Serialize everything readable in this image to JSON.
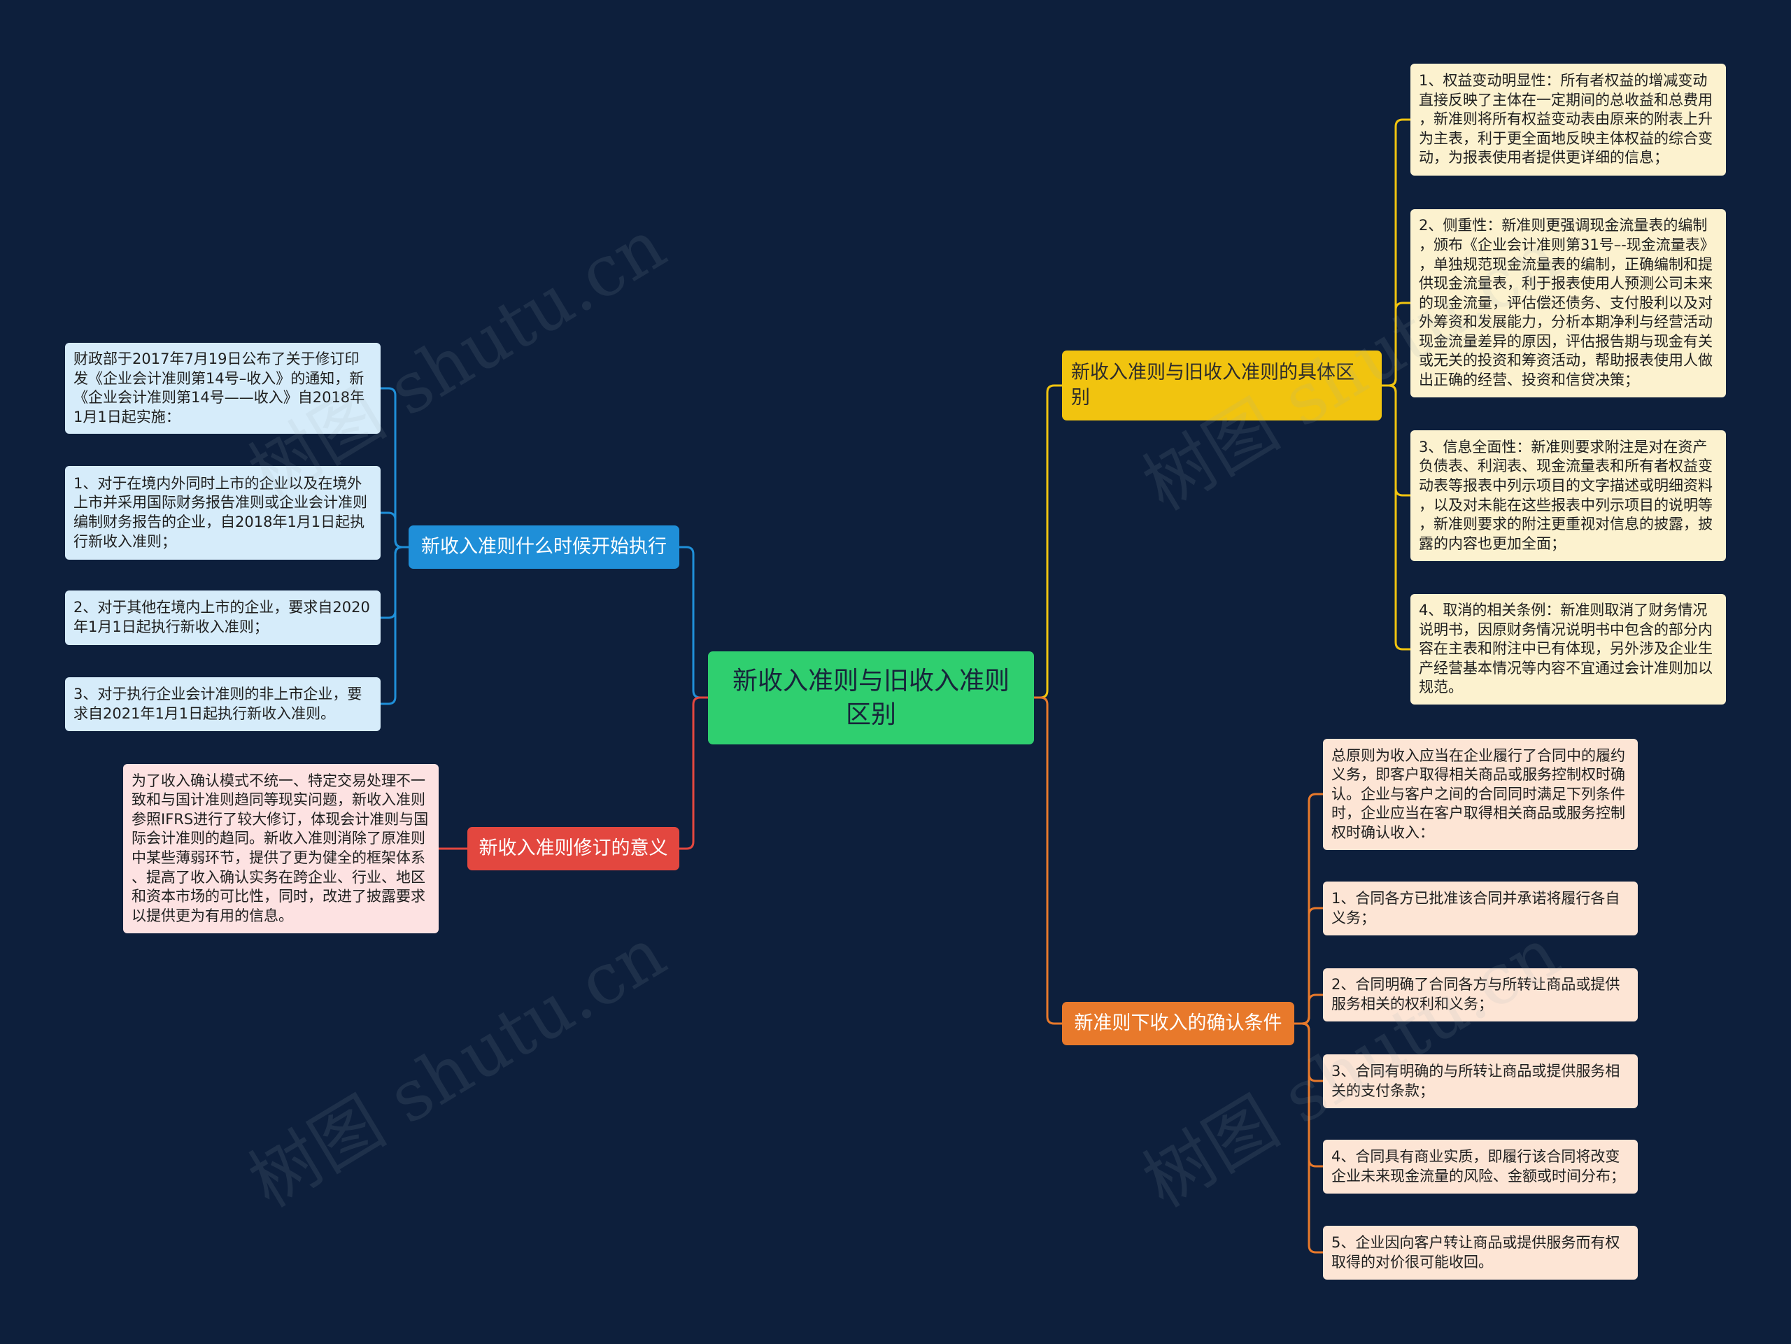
{
  "root": {
    "label": "新收入准则与旧收入准则区别"
  },
  "branches": {
    "effective_date": {
      "label": "新收入准则什么时候开始执行",
      "items": [
        "财政部于2017年7月19日公布了关于修订印发《企业会计准则第14号–收入》的通知，新《企业会计准则第14号——收入》自2018年1月1日起实施：",
        "1、对于在境内外同时上市的企业以及在境外上市并采用国际财务报告准则或企业会计准则编制财务报告的企业，自2018年1月1日起执行新收入准则；",
        "2、对于其他在境内上市的企业，要求自2020年1月1日起执行新收入准则；",
        "3、对于执行企业会计准则的非上市企业，要求自2021年1月1日起执行新收入准则。"
      ]
    },
    "significance": {
      "label": "新收入准则修订的意义",
      "items": [
        "为了收入确认模式不统一、特定交易处理不一致和与国计准则趋同等现实问题，新收入准则参照IFRS进行了较大修订，体现会计准则与国际会计准则的趋同。新收入准则消除了原准则中某些薄弱环节，提供了更为健全的框架体系、提高了收入确认实务在跨企业、行业、地区和资本市场的可比性，同时，改进了披露要求以提供更为有用的信息。"
      ]
    },
    "differences": {
      "label": "新收入准则与旧收入准则的具体区别",
      "items": [
        "1、权益变动明显性：所有者权益的增减变动直接反映了主体在一定期间的总收益和总费用，新准则将所有权益变动表由原来的附表上升为主表，利于更全面地反映主体权益的综合变动，为报表使用者提供更详细的信息；",
        "2、侧重性：新准则更强调现金流量表的编制，颁布《企业会计准则第31号–-现金流量表》，单独规范现金流量表的编制，正确编制和提供现金流量表，利于报表使用人预测公司未来的现金流量，评估偿还债务、支付股利以及对外筹资和发展能力，分析本期净利与经营活动现金流量差异的原因，评估报告期与现金有关或无关的投资和筹资活动，帮助报表使用人做出正确的经营、投资和信贷决策；",
        "3、信息全面性：新准则要求附注是对在资产负债表、利润表、现金流量表和所有者权益变动表等报表中列示项目的文字描述或明细资料，以及对未能在这些报表中列示项目的说明等，新准则要求的附注更重视对信息的披露，披露的内容也更加全面；",
        "4、取消的相关条例：新准则取消了财务情况说明书，因原财务情况说明书中包含的部分内容在主表和附注中已有体现，另外涉及企业生产经营基本情况等内容不宜通过会计准则加以规范。"
      ]
    },
    "recognition": {
      "label": "新准则下收入的确认条件",
      "items": [
        "总原则为收入应当在企业履行了合同中的履约义务，即客户取得相关商品或服务控制权时确认。企业与客户之间的合同同时满足下列条件时，企业应当在客户取得相关商品或服务控制权时确认收入：",
        "1、合同各方已批准该合同并承诺将履行各自义务；",
        "2、合同明确了合同各方与所转让商品或提供服务相关的权利和义务；",
        "3、合同有明确的与所转让商品或提供服务相关的支付条款；",
        "4、合同具有商业实质，即履行该合同将改变企业未来现金流量的风险、金额或时间分布；",
        "5、企业因向客户转让商品或提供服务而有权取得的对价很可能收回。"
      ]
    }
  },
  "watermark": {
    "text": "树图 shutu.cn"
  },
  "colors": {
    "background": "#0d1f3c",
    "root": "#2fcf6f",
    "effective_date": "#1f8fd8",
    "effective_date_note": "#d6ecfa",
    "significance": "#e3473f",
    "significance_note": "#fde2e2",
    "differences": "#f1c40f",
    "differences_note": "#fcf2cf",
    "recognition": "#e8792b",
    "recognition_note": "#fde5d5"
  }
}
